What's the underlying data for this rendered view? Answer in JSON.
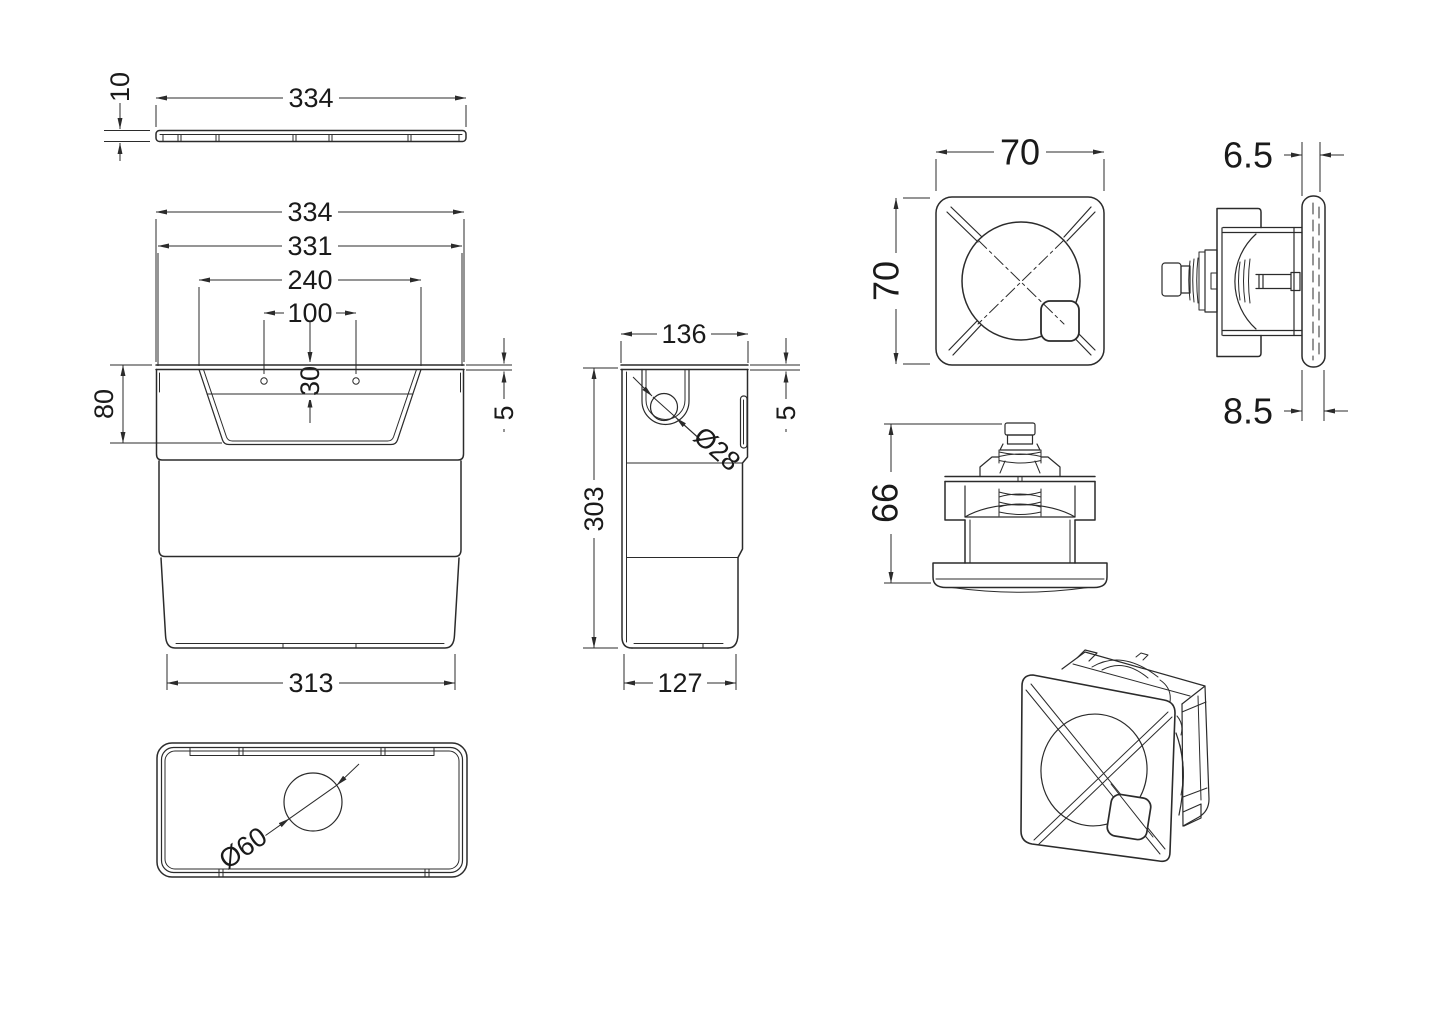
{
  "drawing_title": "concealed cistern and flush button technical drawing",
  "colors": {
    "background": "#ffffff",
    "line": "#2b2b2b",
    "text": "#1a1a1a"
  },
  "views": {
    "lid_profile": {
      "width": "334",
      "thickness": "10"
    },
    "cistern_front": {
      "overall_width": "334",
      "body_width": "331",
      "recess_width": "240",
      "hole_spacing": "100",
      "recess_offset": "30",
      "recess_depth": "80",
      "lip_height": "5",
      "base_width": "313"
    },
    "cistern_plan": {
      "flush_hole_diameter": "Ø60"
    },
    "cistern_side": {
      "depth": "136",
      "inlet_diameter": "Ø28",
      "lip_height": "5",
      "height": "303",
      "base_depth": "127"
    },
    "button_face": {
      "width": "70",
      "height": "70"
    },
    "button_side": {
      "flange_thickness": "6.5",
      "overall_depth": "8.5"
    },
    "valve": {
      "height": "66"
    },
    "button_isometric": {}
  }
}
